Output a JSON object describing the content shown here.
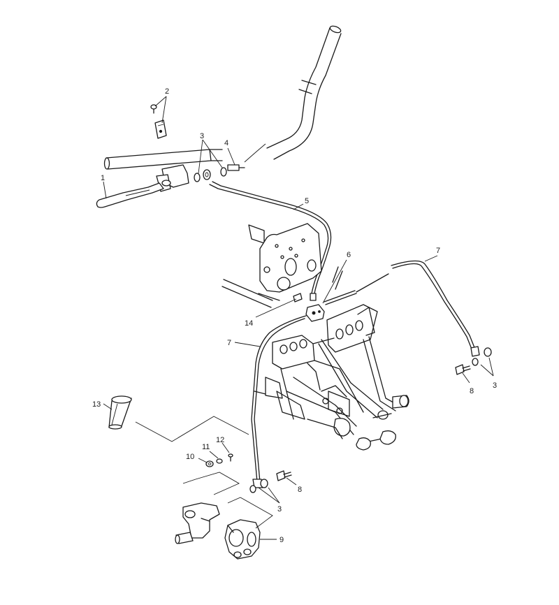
{
  "callouts": {
    "c1": "1",
    "c2": "2",
    "c3_top": "3",
    "c4": "4",
    "c5": "5",
    "c6": "6",
    "c7_right": "7",
    "c7_left": "7",
    "c8_right": "8",
    "c3_right": "3",
    "c14": "14",
    "c13": "13",
    "c12": "12",
    "c11": "11",
    "c10": "10",
    "c8_bottom": "8",
    "c3_bottom": "3",
    "c9": "9"
  }
}
